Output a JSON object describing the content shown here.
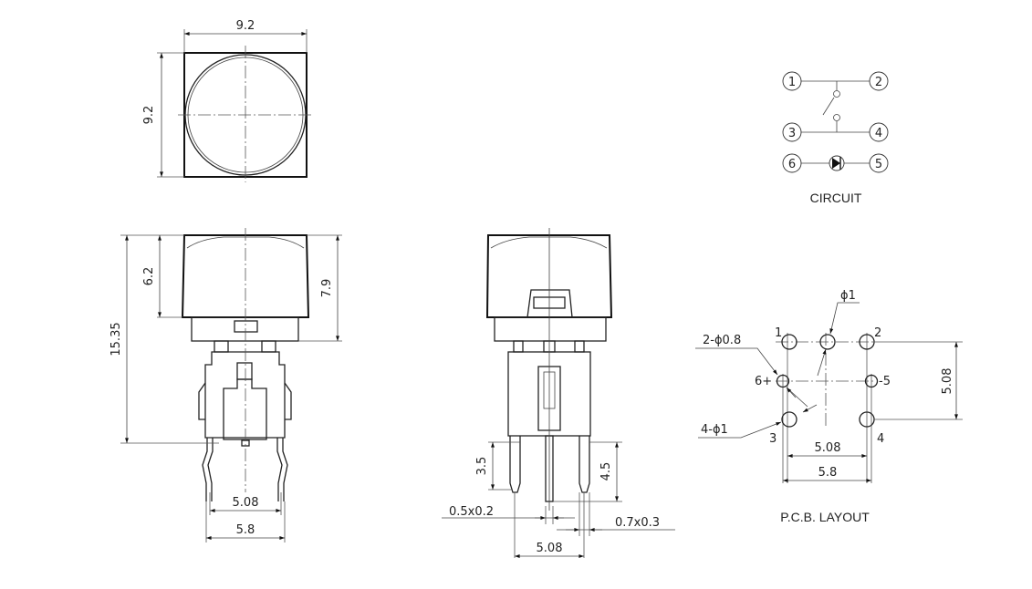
{
  "drawing": {
    "top_view": {
      "width_dim": "9.2",
      "height_dim": "9.2"
    },
    "front_view": {
      "total_height_dim": "15.35",
      "cap_height_dim": "6.2",
      "housing_height_dim": "7.9",
      "pin_pitch_dim": "5.08",
      "pin_span_dim": "5.8"
    },
    "side_view": {
      "pin_length_short_dim": "3.5",
      "pin_length_long_dim": "4.5",
      "pin_section_small": "0.5x0.2",
      "pin_section_large": "0.7x0.3",
      "pin_pitch_dim": "5.08"
    },
    "circuit": {
      "title": "CIRCUIT",
      "pins": [
        "1",
        "2",
        "3",
        "4",
        "6",
        "5"
      ],
      "symbols": [
        "switch-icon",
        "led-diode-icon"
      ]
    },
    "pcb_layout": {
      "title": "P.C.B. LAYOUT",
      "hole_callout_center": "ϕ1",
      "hole_callout_led": "2-ϕ0.8",
      "hole_callout_switch": "4-ϕ1",
      "pin_labels": [
        "1",
        "2",
        "3",
        "4",
        "6+",
        "-5"
      ],
      "vertical_pitch_dim": "5.08",
      "horizontal_pitch_dim": "5.08",
      "horizontal_span_dim": "5.8"
    }
  }
}
